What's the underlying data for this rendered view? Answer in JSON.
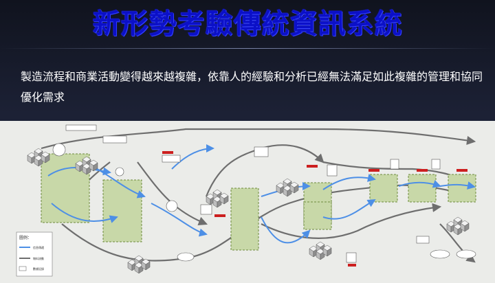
{
  "slide": {
    "title": "新形勢考驗傳統資訊系統",
    "subtitle": "製造流程和商業活動變得越來越複雜，依靠人的經驗和分析已經無法滿足如此複雜的管理和協同優化需求",
    "subtitle_color": "#ffffff",
    "title_color": "#0b10c8"
  },
  "diagram": {
    "legend": {
      "title": "圖例：",
      "items": [
        "信息傳遞",
        "物料流動",
        "數據記錄"
      ]
    },
    "colors": {
      "background": "#ebece9",
      "process_area": "#c8d8a8",
      "process_border": "#6d8a3c",
      "info_flow": "#4d8fe6",
      "material_flow": "#6e6e6e",
      "alert": "#cc1f1f"
    }
  }
}
